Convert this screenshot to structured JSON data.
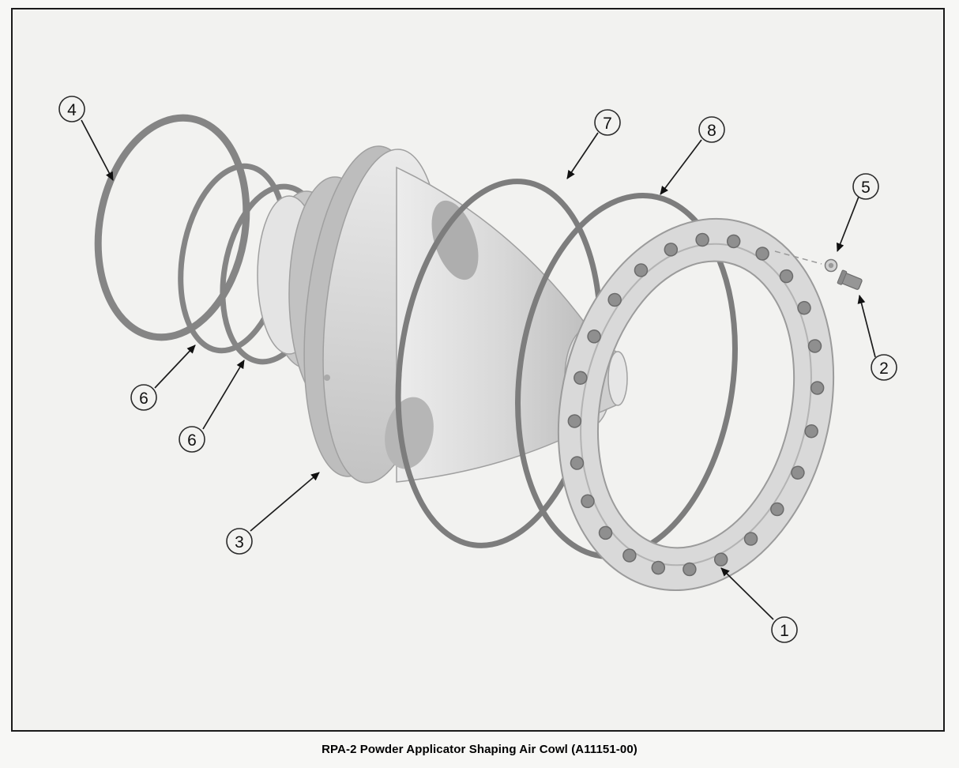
{
  "caption": "RPA-2 Powder Applicator Shaping Air Cowl (A11151-00)",
  "callouts": [
    {
      "label": "4"
    },
    {
      "label": "6"
    },
    {
      "label": "6"
    },
    {
      "label": "3"
    },
    {
      "label": "7"
    },
    {
      "label": "8"
    },
    {
      "label": "5"
    },
    {
      "label": "2"
    },
    {
      "label": "1"
    }
  ],
  "colors": {
    "page_background": "#f7f7f5",
    "frame_background": "#f2f2f0",
    "frame_border": "#1a1a1a",
    "oring_gray": "#858585",
    "metal_light": "#e9e9e9",
    "metal_mid": "#cccccc",
    "metal_dark": "#9a9a9a",
    "callout_ink": "#111111"
  }
}
